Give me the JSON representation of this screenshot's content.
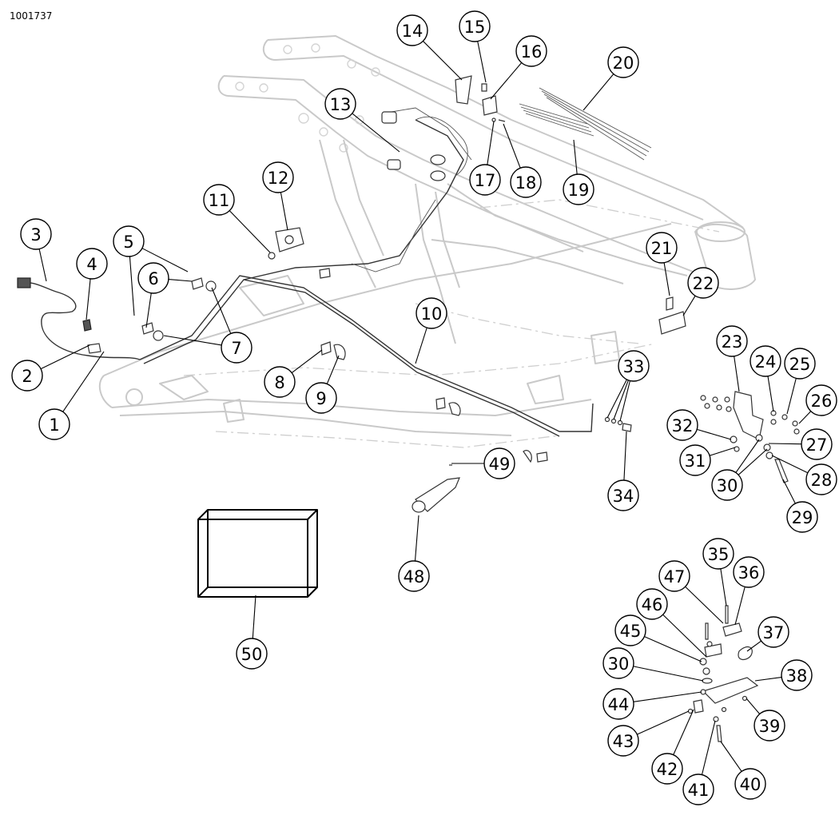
{
  "figure": {
    "id_label": "1001737"
  },
  "callouts": [
    {
      "number": "1"
    },
    {
      "number": "2"
    },
    {
      "number": "3"
    },
    {
      "number": "4"
    },
    {
      "number": "5"
    },
    {
      "number": "6"
    },
    {
      "number": "7"
    },
    {
      "number": "8"
    },
    {
      "number": "9"
    },
    {
      "number": "10"
    },
    {
      "number": "11"
    },
    {
      "number": "12"
    },
    {
      "number": "13"
    },
    {
      "number": "14"
    },
    {
      "number": "15"
    },
    {
      "number": "16"
    },
    {
      "number": "17"
    },
    {
      "number": "18"
    },
    {
      "number": "19"
    },
    {
      "number": "20"
    },
    {
      "number": "21"
    },
    {
      "number": "22"
    },
    {
      "number": "23"
    },
    {
      "number": "24"
    },
    {
      "number": "25"
    },
    {
      "number": "26"
    },
    {
      "number": "27"
    },
    {
      "number": "28"
    },
    {
      "number": "29"
    },
    {
      "number": "30"
    },
    {
      "number": "31"
    },
    {
      "number": "32"
    },
    {
      "number": "33"
    },
    {
      "number": "34"
    },
    {
      "number": "35"
    },
    {
      "number": "36"
    },
    {
      "number": "37"
    },
    {
      "number": "38"
    },
    {
      "number": "39"
    },
    {
      "number": "30"
    },
    {
      "number": "41"
    },
    {
      "number": "42"
    },
    {
      "number": "43"
    },
    {
      "number": "44"
    },
    {
      "number": "45"
    },
    {
      "number": "46"
    },
    {
      "number": "47"
    },
    {
      "number": "48"
    },
    {
      "number": "49"
    },
    {
      "number": "50"
    },
    {
      "number": "40"
    },
    {
      "number": "30"
    }
  ]
}
